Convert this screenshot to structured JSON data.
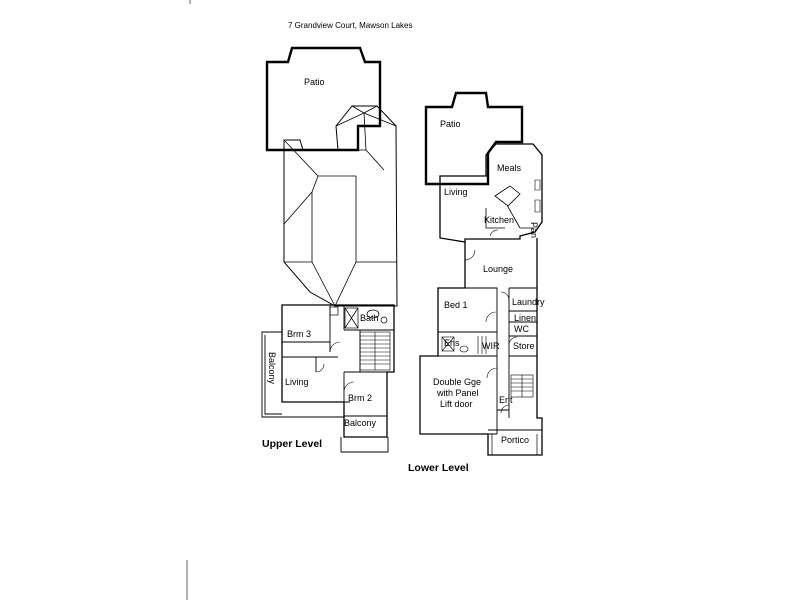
{
  "title": "7 Grandview Court, Mawson Lakes",
  "upper": {
    "level_label": "Upper Level",
    "rooms": {
      "patio": "Patio",
      "brm3": "Brm  3",
      "bath": "Bath",
      "balcony_side": "Balcony",
      "living": "Living",
      "brm2": "Brm  2",
      "balcony_bottom": "Balcony"
    }
  },
  "lower": {
    "level_label": "Lower Level",
    "rooms": {
      "patio": "Patio",
      "meals": "Meals",
      "living": "Living",
      "kitchen": "Kitchen",
      "pan": "Pan",
      "lounge": "Lounge",
      "bed1": "Bed 1",
      "laundry": "Laundry",
      "linen": "Linen",
      "wc": "WC",
      "ens": "Ens",
      "wir": "WIR",
      "store": "Store",
      "garage_line1": "Double Gge",
      "garage_line2": "with Panel",
      "garage_line3": "Lift door",
      "ent": "Ent",
      "portico": "Portico"
    }
  }
}
